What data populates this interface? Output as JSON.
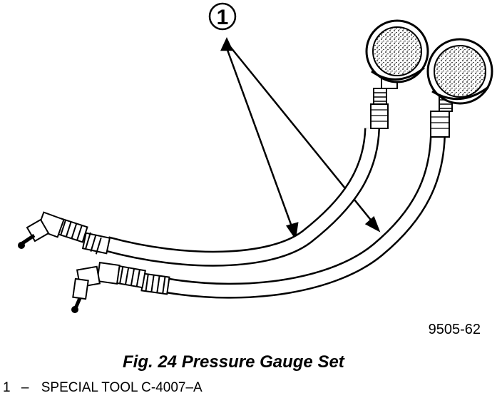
{
  "figure": {
    "callout_number": "1",
    "drawing_code": "9505-62",
    "caption": "Fig. 24 Pressure Gauge Set"
  },
  "legend": {
    "items": [
      {
        "number": "1",
        "separator": "–",
        "text": "SPECIAL TOOL C-4007–A"
      }
    ]
  },
  "icons": [
    "pressure-gauge-icon",
    "hose-icon",
    "hose-fitting-icon",
    "callout-circle-icon"
  ]
}
